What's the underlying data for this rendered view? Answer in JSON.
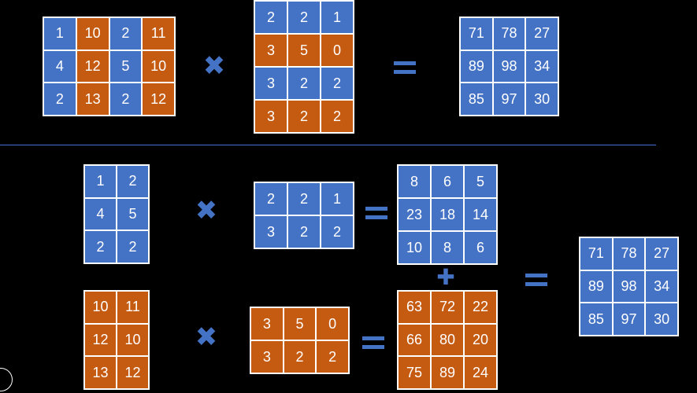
{
  "colors": {
    "blue": "#4472c4",
    "orange": "#c55a11",
    "line": "#4a6fd6"
  },
  "operators": {
    "times": "✖",
    "plus": "✚"
  },
  "top": {
    "matrix_a": {
      "rows": [
        [
          1,
          10,
          2,
          11
        ],
        [
          4,
          12,
          5,
          10
        ],
        [
          2,
          13,
          2,
          12
        ]
      ],
      "colors": [
        [
          "blue",
          "orange",
          "blue",
          "orange"
        ],
        [
          "blue",
          "orange",
          "blue",
          "orange"
        ],
        [
          "blue",
          "orange",
          "blue",
          "orange"
        ]
      ]
    },
    "matrix_b": {
      "rows": [
        [
          2,
          2,
          1
        ],
        [
          3,
          5,
          0
        ],
        [
          3,
          2,
          2
        ],
        [
          3,
          2,
          2
        ]
      ],
      "colors": [
        [
          "blue",
          "blue",
          "blue"
        ],
        [
          "orange",
          "orange",
          "orange"
        ],
        [
          "blue",
          "blue",
          "blue"
        ],
        [
          "orange",
          "orange",
          "orange"
        ]
      ]
    },
    "result": {
      "rows": [
        [
          71,
          78,
          27
        ],
        [
          89,
          98,
          34
        ],
        [
          85,
          97,
          30
        ]
      ],
      "colors": [
        [
          "blue",
          "blue",
          "blue"
        ],
        [
          "blue",
          "blue",
          "blue"
        ],
        [
          "blue",
          "blue",
          "blue"
        ]
      ]
    }
  },
  "bottom": {
    "a_blue": {
      "rows": [
        [
          1,
          2
        ],
        [
          4,
          5
        ],
        [
          2,
          2
        ]
      ],
      "colors": [
        [
          "blue",
          "blue"
        ],
        [
          "blue",
          "blue"
        ],
        [
          "blue",
          "blue"
        ]
      ]
    },
    "b_blue": {
      "rows": [
        [
          2,
          2,
          1
        ],
        [
          3,
          2,
          2
        ]
      ],
      "colors": [
        [
          "blue",
          "blue",
          "blue"
        ],
        [
          "blue",
          "blue",
          "blue"
        ]
      ]
    },
    "partial_blue": {
      "rows": [
        [
          8,
          6,
          5
        ],
        [
          23,
          18,
          14
        ],
        [
          10,
          8,
          6
        ]
      ],
      "colors": [
        [
          "blue",
          "blue",
          "blue"
        ],
        [
          "blue",
          "blue",
          "blue"
        ],
        [
          "blue",
          "blue",
          "blue"
        ]
      ]
    },
    "a_orange": {
      "rows": [
        [
          10,
          11
        ],
        [
          12,
          10
        ],
        [
          13,
          12
        ]
      ],
      "colors": [
        [
          "orange",
          "orange"
        ],
        [
          "orange",
          "orange"
        ],
        [
          "orange",
          "orange"
        ]
      ]
    },
    "b_orange": {
      "rows": [
        [
          3,
          5,
          0
        ],
        [
          3,
          2,
          2
        ]
      ],
      "colors": [
        [
          "orange",
          "orange",
          "orange"
        ],
        [
          "orange",
          "orange",
          "orange"
        ]
      ]
    },
    "partial_orange": {
      "rows": [
        [
          63,
          72,
          22
        ],
        [
          66,
          80,
          20
        ],
        [
          75,
          89,
          24
        ]
      ],
      "colors": [
        [
          "orange",
          "orange",
          "orange"
        ],
        [
          "orange",
          "orange",
          "orange"
        ],
        [
          "orange",
          "orange",
          "orange"
        ]
      ]
    },
    "result": {
      "rows": [
        [
          71,
          78,
          27
        ],
        [
          89,
          98,
          34
        ],
        [
          85,
          97,
          30
        ]
      ],
      "colors": [
        [
          "blue",
          "blue",
          "blue"
        ],
        [
          "blue",
          "blue",
          "blue"
        ],
        [
          "blue",
          "blue",
          "blue"
        ]
      ]
    }
  }
}
